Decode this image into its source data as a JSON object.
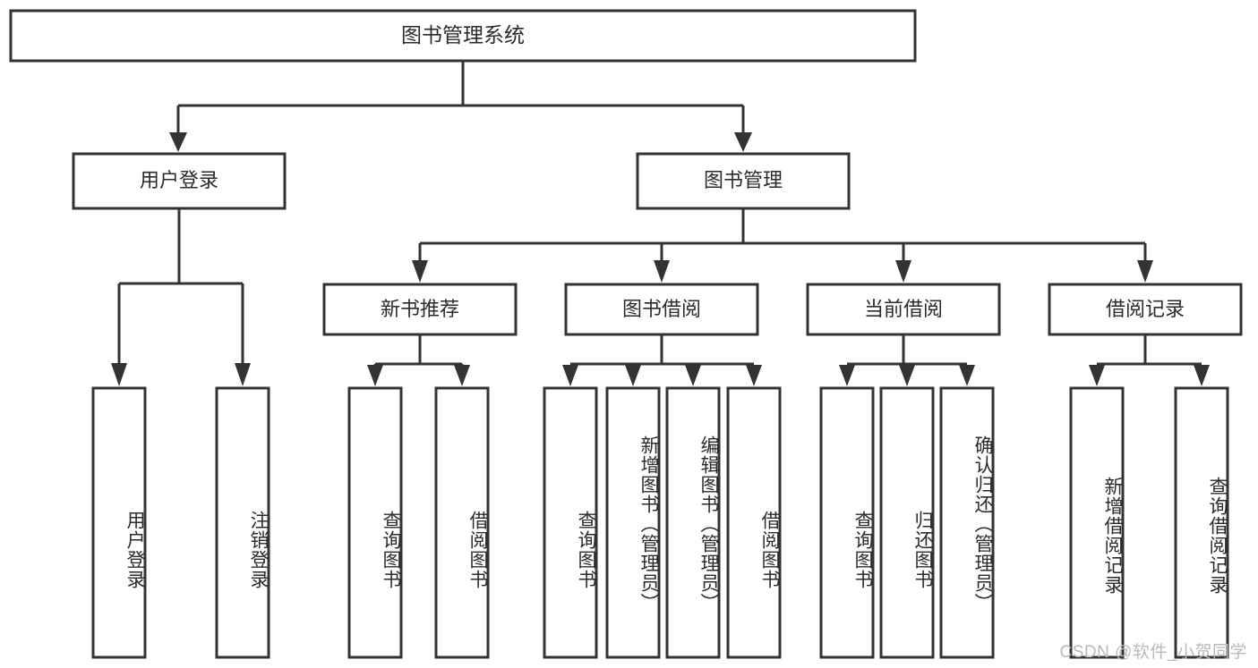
{
  "diagram": {
    "type": "tree",
    "title": "图书管理系统",
    "watermark": "CSDN @软件_小贺同学",
    "colors": {
      "stroke": "#333333",
      "fill": "#ffffff",
      "text": "#2b2b2b",
      "watermark": "#b9b9b9",
      "background": "#ffffff"
    },
    "root": {
      "label": "图书管理系统"
    },
    "level2": [
      {
        "label": "用户登录"
      },
      {
        "label": "图书管理"
      }
    ],
    "level3": [
      {
        "label": "新书推荐"
      },
      {
        "label": "图书借阅"
      },
      {
        "label": "当前借阅"
      },
      {
        "label": "借阅记录"
      }
    ],
    "leaves": {
      "user_login": [
        {
          "label": "用户登录"
        },
        {
          "label": "注销登录"
        }
      ],
      "new_book": [
        {
          "label": "查询图书"
        },
        {
          "label": "借阅图书"
        }
      ],
      "book_borrow": [
        {
          "label": "查询图书"
        },
        {
          "label": "新增图书（管理员）"
        },
        {
          "label": "编辑图书（管理员）"
        },
        {
          "label": "借阅图书"
        }
      ],
      "current_borrow": [
        {
          "label": "查询图书"
        },
        {
          "label": "归还图书"
        },
        {
          "label": "确认归还（管理员）"
        }
      ],
      "borrow_record": [
        {
          "label": "新增借阅记录"
        },
        {
          "label": "查询借阅记录"
        }
      ]
    }
  }
}
